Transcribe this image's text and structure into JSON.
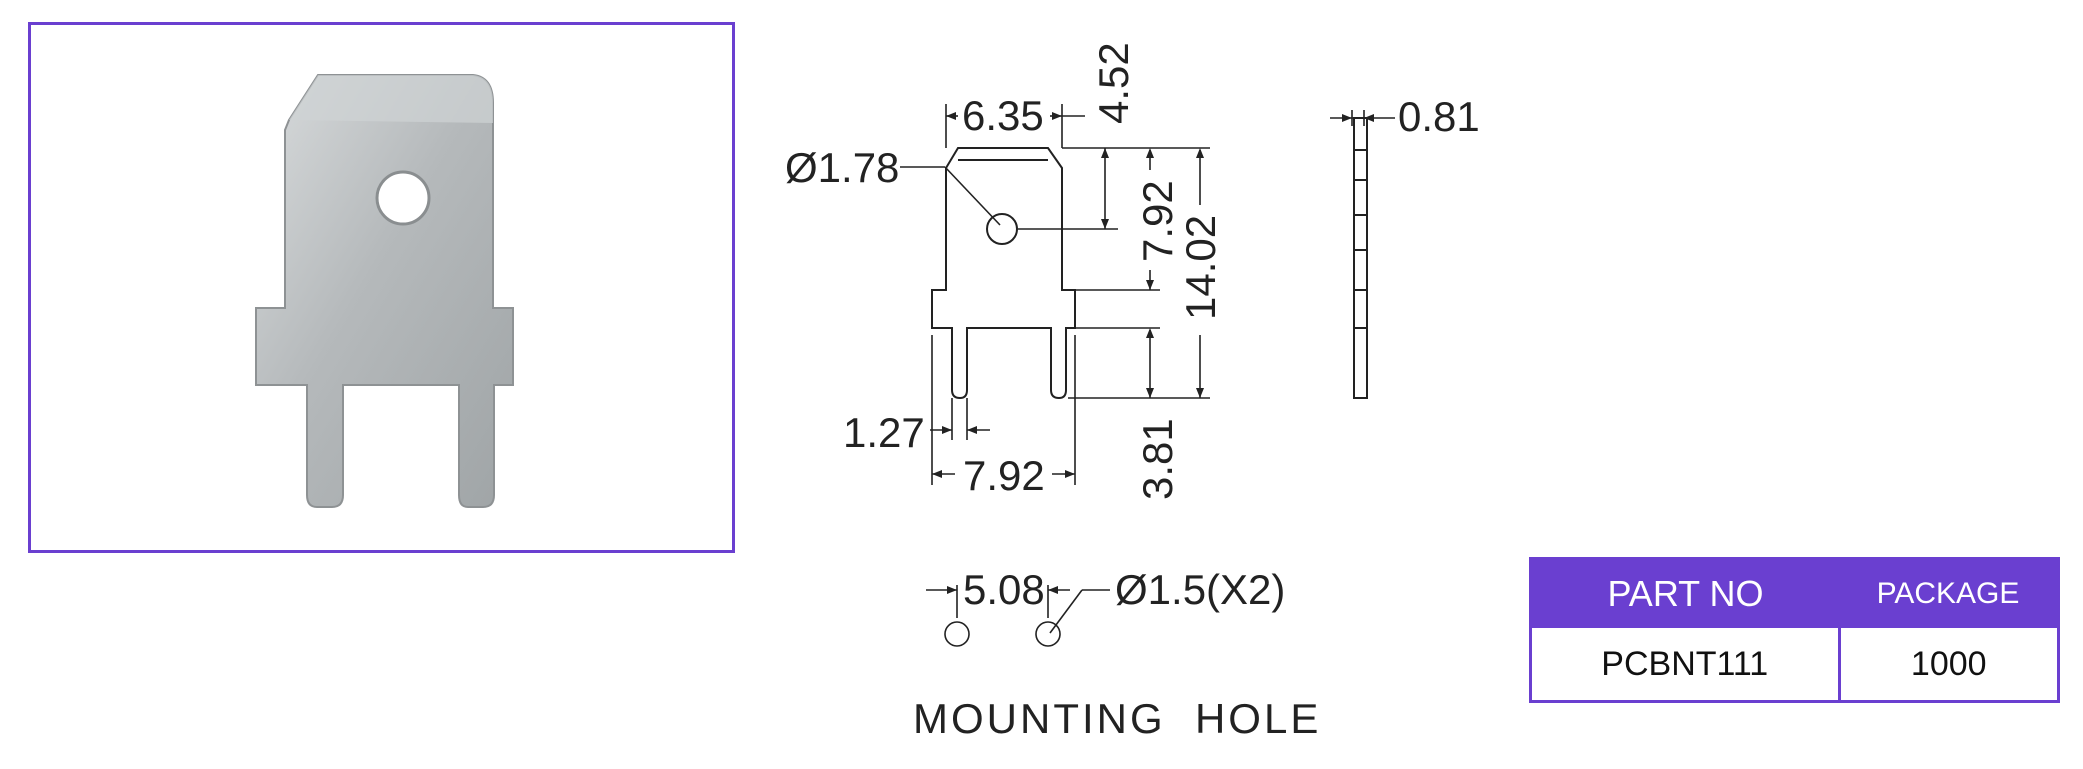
{
  "photo": {
    "alt_icon": "pcb-tab-terminal-photo"
  },
  "drawing": {
    "dims": {
      "width_top": "6.35",
      "hole_offset": "4.52",
      "hole_dia": "Ø1.78",
      "thickness": "0.81",
      "hole_to_shoulder": "7.92",
      "tab_length": "14.02",
      "pin_width": "1.27",
      "pin_spacing": "7.92",
      "pin_length": "3.81"
    },
    "mounting": {
      "spacing": "5.08",
      "hole_dia": "Ø1.5(X2)",
      "caption": "MOUNTING  HOLE"
    }
  },
  "table": {
    "headers": {
      "part_no": "PART NO",
      "package": "PACKAGE"
    },
    "rows": [
      {
        "part_no": "PCBNT111",
        "package": "1000"
      }
    ]
  },
  "colors": {
    "accent": "#6a3fd0",
    "line": "#222222",
    "metal": "#b9bdbf"
  }
}
